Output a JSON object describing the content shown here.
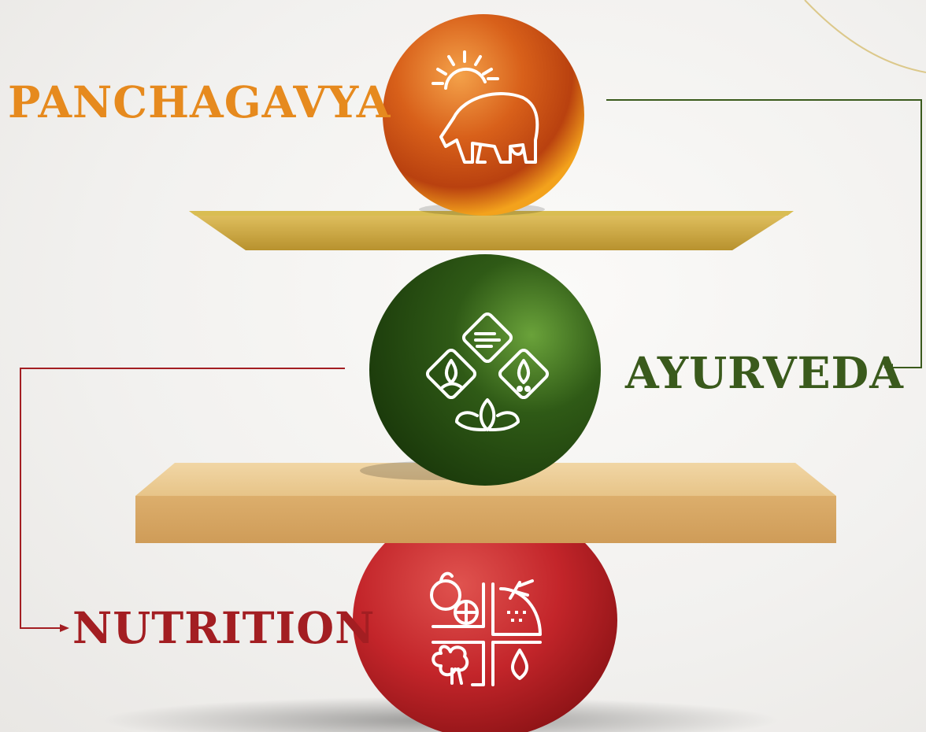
{
  "labels": {
    "panchagavya": "PANCHAGAVYA",
    "ayurveda": "AYURVEDA",
    "nutrition": "NUTRITION"
  },
  "colors": {
    "panchagavya": "#e68a1e",
    "ayurveda": "#3a5a1c",
    "nutrition": "#a31e22",
    "plank_top": "#caa33c",
    "plank_bottom": "#d7a864"
  },
  "icons": {
    "top": "sun-cow-icon",
    "middle": "elements-lotus-icon",
    "bottom": "food-groups-icon"
  }
}
